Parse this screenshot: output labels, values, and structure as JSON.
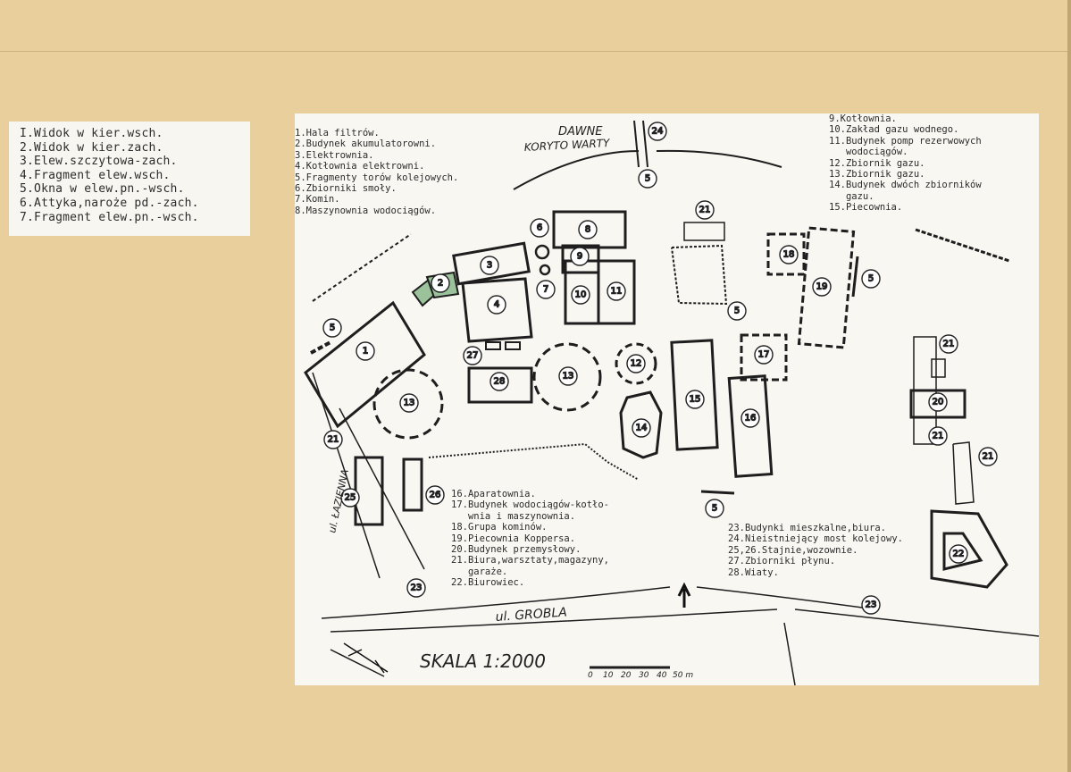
{
  "photo_list": [
    "I.Widok w kier.wsch.",
    "2.Widok w kier.zach.",
    "3.Elew.szczytowa-zach.",
    "4.Fragment elew.wsch.",
    "5.Okna w elew.pn.-wsch.",
    "6.Attyka,naroże pd.-zach.",
    "7.Fragment elew.pn.-wsch."
  ],
  "map": {
    "river_label_1": "DAWNE",
    "river_label_2": "KORYTO WARTY",
    "street_grobla": "ul. GROBLA",
    "street_lazienna": "ul. ŁAZIENNA",
    "scale_label": "SKALA 1:2000",
    "scale_ticks": [
      "0",
      "10",
      "20",
      "30",
      "40",
      "50 m"
    ],
    "building_numbers": [
      "1",
      "2",
      "3",
      "4",
      "5",
      "6",
      "7",
      "8",
      "9",
      "10",
      "11",
      "12",
      "13",
      "14",
      "15",
      "16",
      "17",
      "18",
      "19",
      "20",
      "21",
      "22",
      "23",
      "24",
      "25",
      "26",
      "27",
      "28"
    ],
    "accent_color": "#9bc29a"
  },
  "legend_top_left": [
    "1.Hala filtrów.",
    "2.Budynek akumulatorowni.",
    "3.Elektrownia.",
    "4.Kotłownia elektrowni.",
    "5.Fragmenty torów kolejowych.",
    "6.Zbiorniki smoły.",
    "7.Komin.",
    "8.Maszynownia wodociągów."
  ],
  "legend_top_right": [
    "9.Kotłownia.",
    "10.Zakład gazu wodnego.",
    "11.Budynek pomp rezerwowych",
    "   wodociągów.",
    "12.Zbiornik gazu.",
    "13.Zbiornik gazu.",
    "14.Budynek dwóch zbiorników",
    "   gazu.",
    "15.Piecownia."
  ],
  "legend_bottom_left": [
    "16.Aparatownia.",
    "17.Budynek wodociągów-kotło-",
    "   wnia i maszynownia.",
    "18.Grupa kominów.",
    "19.Piecownia Koppersa.",
    "20.Budynek przemysłowy.",
    "21.Biura,warsztaty,magazyny,",
    "   garaże.",
    "22.Biurowiec."
  ],
  "legend_bottom_right": [
    "23.Budynki mieszkalne,biura.",
    "24.Nieistniejący most kolejowy.",
    "25,26.Stajnie,wozownie.",
    "27.Zbiorniki płynu.",
    "28.Wiaty."
  ]
}
